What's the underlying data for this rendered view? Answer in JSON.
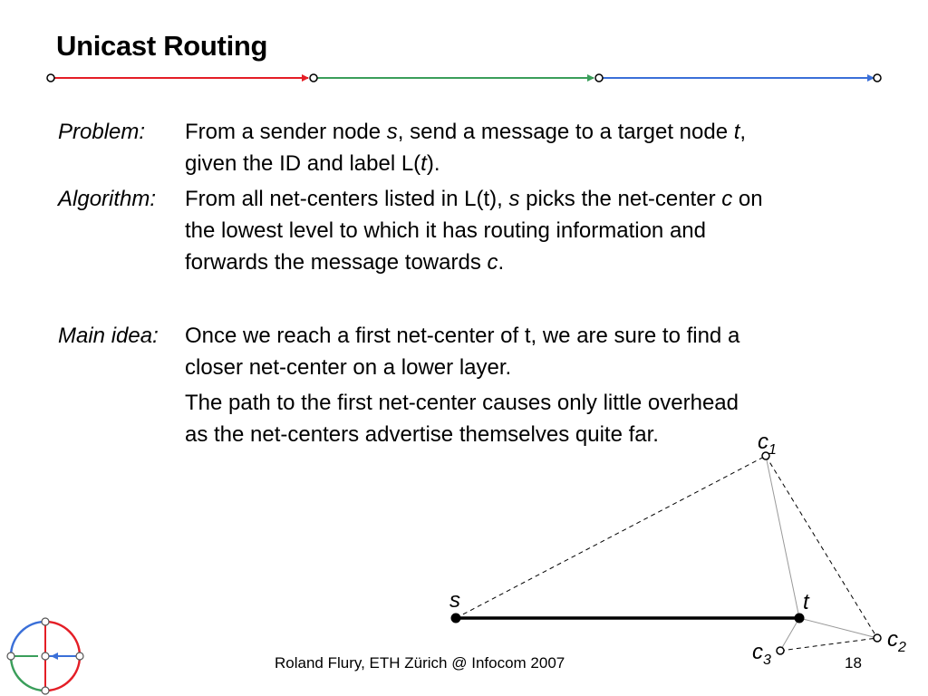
{
  "slide": {
    "title": "Unicast Routing",
    "colors": {
      "red": "#e41e26",
      "green": "#3a9e5a",
      "blue": "#3a6fd8"
    }
  },
  "problem": {
    "label": "Problem:",
    "line1_a": "From a sender node ",
    "line1_s": "s",
    "line1_b": ", send a message to a target node ",
    "line1_t": "t",
    "line1_c": ",",
    "line2_a": "given the ID and label L(",
    "line2_t": "t",
    "line2_b": ")."
  },
  "algorithm": {
    "label": "Algorithm:",
    "line1_a": "From all net-centers listed in L(t), ",
    "line1_s": "s",
    "line1_b": " picks the net-center ",
    "line1_c": "c",
    "line1_d": " on",
    "line2": "the lowest level to which it has routing information and",
    "line3_a": "forwards the message towards ",
    "line3_c": "c",
    "line3_b": "."
  },
  "main_idea": {
    "label": "Main idea:",
    "line1": "Once we reach a first net-center of t, we are sure to find a",
    "line2": "closer net-center on a lower layer.",
    "line3": "The path to the first net-center causes only little overhead",
    "line4": "as the net-centers advertise themselves quite far."
  },
  "diagram": {
    "nodes": {
      "s": "s",
      "t": "t",
      "c1": {
        "base": "c",
        "sub": "1"
      },
      "c2": {
        "base": "c",
        "sub": "2"
      },
      "c3": {
        "base": "c",
        "sub": "3"
      }
    }
  },
  "footer": {
    "text": "Roland Flury, ETH Zürich @ Infocom 2007",
    "page_number": "18"
  }
}
